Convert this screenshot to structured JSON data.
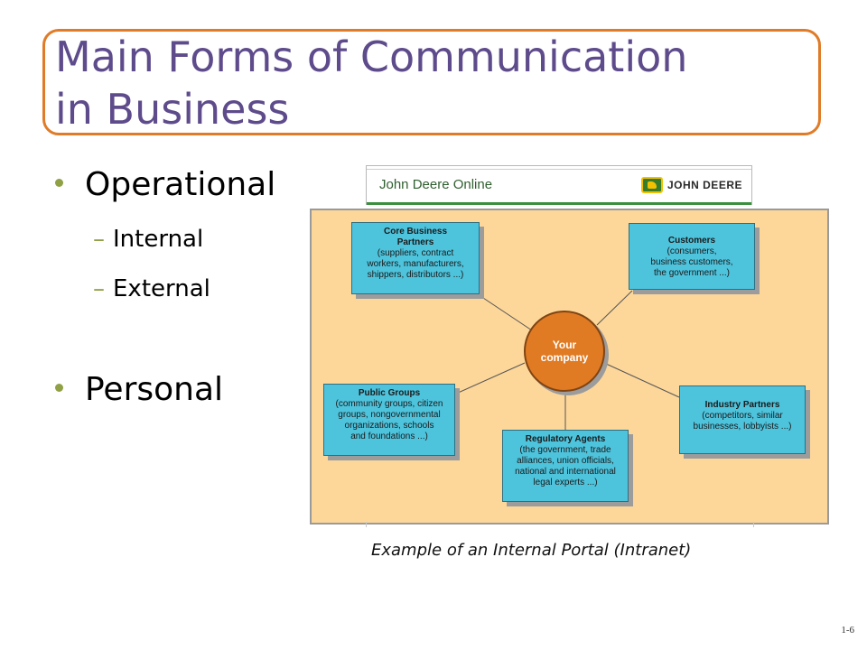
{
  "slide": {
    "title_line1": "Main Forms of Communication",
    "title_line2": "in Business",
    "number": "1-6"
  },
  "bullets": [
    {
      "label": "Operational",
      "subitems": [
        "Internal",
        "External"
      ]
    },
    {
      "label": "Personal"
    }
  ],
  "portal": {
    "header_text": "John Deere Online",
    "logo_text": "JOHN DEERE"
  },
  "diagram": {
    "center": {
      "line1": "Your",
      "line2": "company"
    },
    "nodes": {
      "core": {
        "title_line1": "Core Business",
        "title_line2": "Partners",
        "desc": [
          "(suppliers, contract",
          "workers, manufacturers,",
          "shippers, distributors ...)"
        ]
      },
      "customers": {
        "title": "Customers",
        "desc": [
          "(consumers,",
          "business customers,",
          "the government ...)"
        ]
      },
      "public": {
        "title": "Public Groups",
        "desc": [
          "(community groups, citizen",
          "groups, nongovernmental",
          "organizations, schools",
          "and foundations ...)"
        ]
      },
      "regulatory": {
        "title": "Regulatory Agents",
        "desc": [
          "(the government, trade",
          "alliances, union officials,",
          "national and international",
          "legal experts ...)"
        ]
      },
      "industry": {
        "title": "Industry Partners",
        "desc": [
          "(competitors, similar",
          "businesses, lobbyists ...)"
        ]
      }
    }
  },
  "caption": "Example of an Internal Portal (Intranet)",
  "colors": {
    "title": "#5e4b8b",
    "title_border": "#e07b27",
    "bullet": "#8fa045",
    "panel": "#fdd79a",
    "node": "#4ec3dc",
    "center": "#e07b23"
  }
}
